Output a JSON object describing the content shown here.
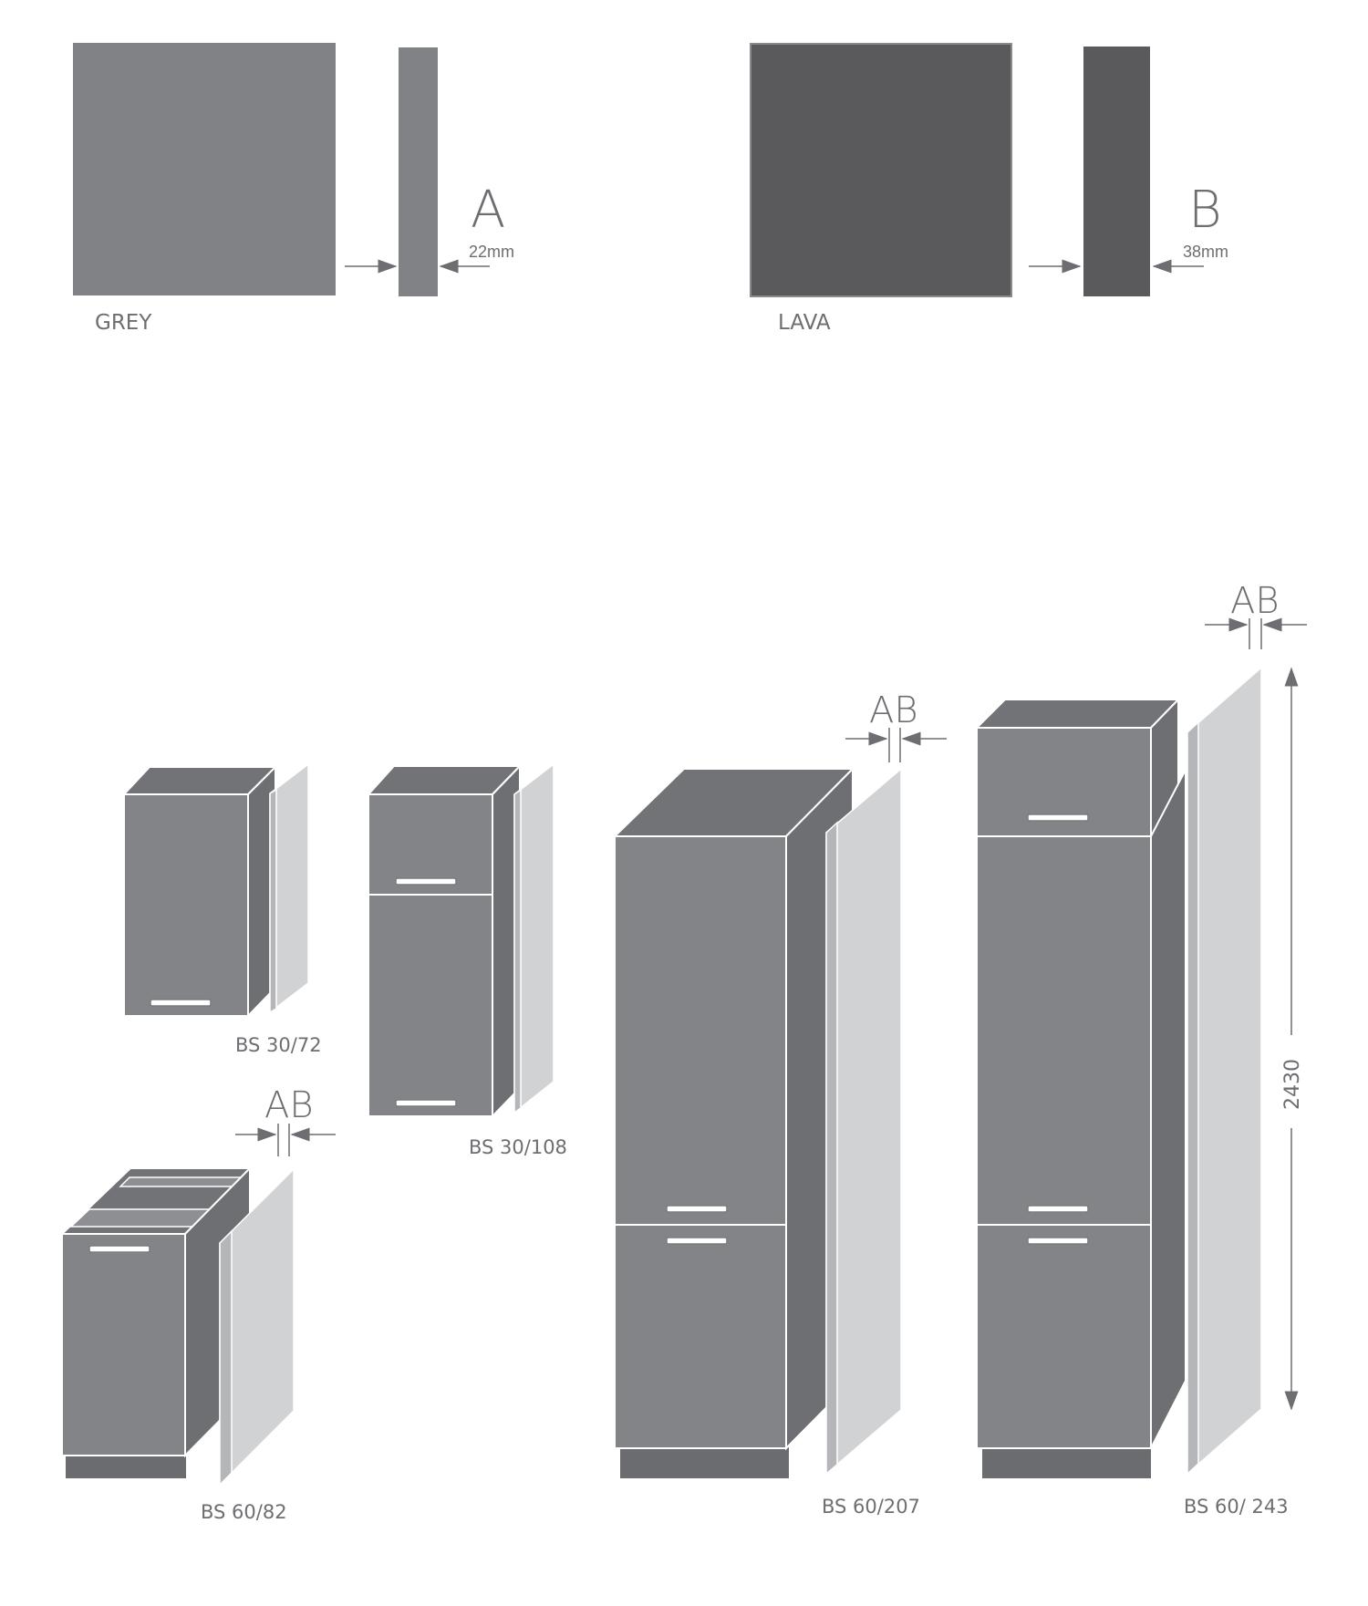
{
  "swatches": [
    {
      "name": "GREY",
      "letter": "A",
      "thickness": "22mm",
      "color": "#818286"
    },
    {
      "name": "LAVA",
      "letter": "B",
      "thickness": "38mm",
      "color": "#5a5a5c"
    }
  ],
  "ab_markers": [
    "AB",
    "AB",
    "AB"
  ],
  "cabinets": [
    {
      "label": "BS 30/72"
    },
    {
      "label": "BS 30/108"
    },
    {
      "label": "BS 60/82"
    },
    {
      "label": "BS 60/207"
    },
    {
      "label": "BS 60/ 243"
    }
  ],
  "height_dimension": "2430",
  "colors": {
    "cabinet_front": "#838488",
    "cabinet_side": "#6e6f73",
    "panel": "#d1d2d4",
    "text": "#6d6e71"
  }
}
